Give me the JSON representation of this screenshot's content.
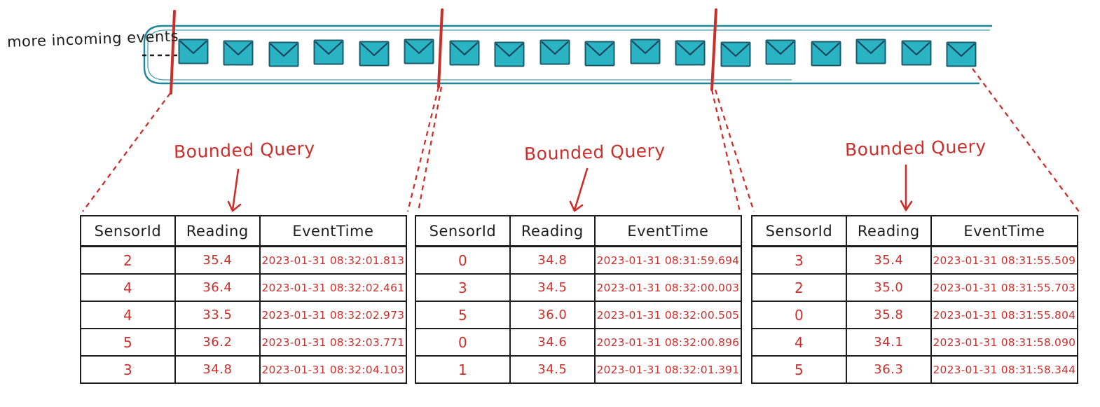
{
  "colors": {
    "red": "#cb2f2b",
    "ink": "#1d1d1d",
    "envelope_fill": "#2ab3c3",
    "envelope_stroke": "#1a5b6b",
    "envelope_flap": "#17455e",
    "stream_stroke": "#1d8799",
    "background": "#ffffff"
  },
  "stream": {
    "label": "more incoming events",
    "envelope_icon": "envelope-icon",
    "envelope_count": 18,
    "cut_lines": 3
  },
  "queries": [
    {
      "label": "Bounded Query"
    },
    {
      "label": "Bounded Query"
    },
    {
      "label": "Bounded Query"
    }
  ],
  "tables": [
    {
      "headers": [
        "SensorId",
        "Reading",
        "EventTime"
      ],
      "rows": [
        [
          "2",
          "35.4",
          "2023-01-31 08:32:01.813"
        ],
        [
          "4",
          "36.4",
          "2023-01-31 08:32:02.461"
        ],
        [
          "4",
          "33.5",
          "2023-01-31 08:32:02.973"
        ],
        [
          "5",
          "36.2",
          "2023-01-31 08:32:03.771"
        ],
        [
          "3",
          "34.8",
          "2023-01-31 08:32:04.103"
        ]
      ]
    },
    {
      "headers": [
        "SensorId",
        "Reading",
        "EventTime"
      ],
      "rows": [
        [
          "0",
          "34.8",
          "2023-01-31 08:31:59.694"
        ],
        [
          "3",
          "34.5",
          "2023-01-31 08:32:00.003"
        ],
        [
          "5",
          "36.0",
          "2023-01-31 08:32:00.505"
        ],
        [
          "0",
          "34.6",
          "2023-01-31 08:32:00.896"
        ],
        [
          "1",
          "34.5",
          "2023-01-31 08:32:01.391"
        ]
      ]
    },
    {
      "headers": [
        "SensorId",
        "Reading",
        "EventTime"
      ],
      "rows": [
        [
          "3",
          "35.4",
          "2023-01-31 08:31:55.509"
        ],
        [
          "2",
          "35.0",
          "2023-01-31 08:31:55.703"
        ],
        [
          "0",
          "35.8",
          "2023-01-31 08:31:55.804"
        ],
        [
          "4",
          "34.1",
          "2023-01-31 08:31:58.090"
        ],
        [
          "5",
          "36.3",
          "2023-01-31 08:31:58.344"
        ]
      ]
    }
  ]
}
